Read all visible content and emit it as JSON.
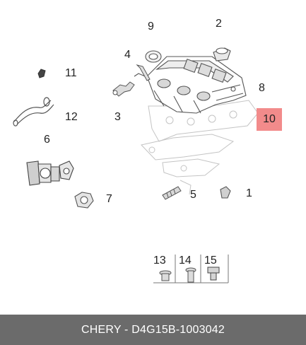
{
  "callouts": {
    "c1": "1",
    "c2": "2",
    "c3": "3",
    "c4": "4",
    "c5": "5",
    "c6": "6",
    "c7": "7",
    "c8": "8",
    "c9": "9",
    "c10": "10",
    "c11": "11",
    "c12": "12",
    "c13": "13",
    "c14": "14",
    "c15": "15"
  },
  "footer": {
    "text": "CHERY - D4G15B-1003042"
  },
  "colors": {
    "highlight": "#f28b8b",
    "footer_bg": "#6b6b6b",
    "line": "#555555",
    "faint": "#bdbdbd"
  }
}
